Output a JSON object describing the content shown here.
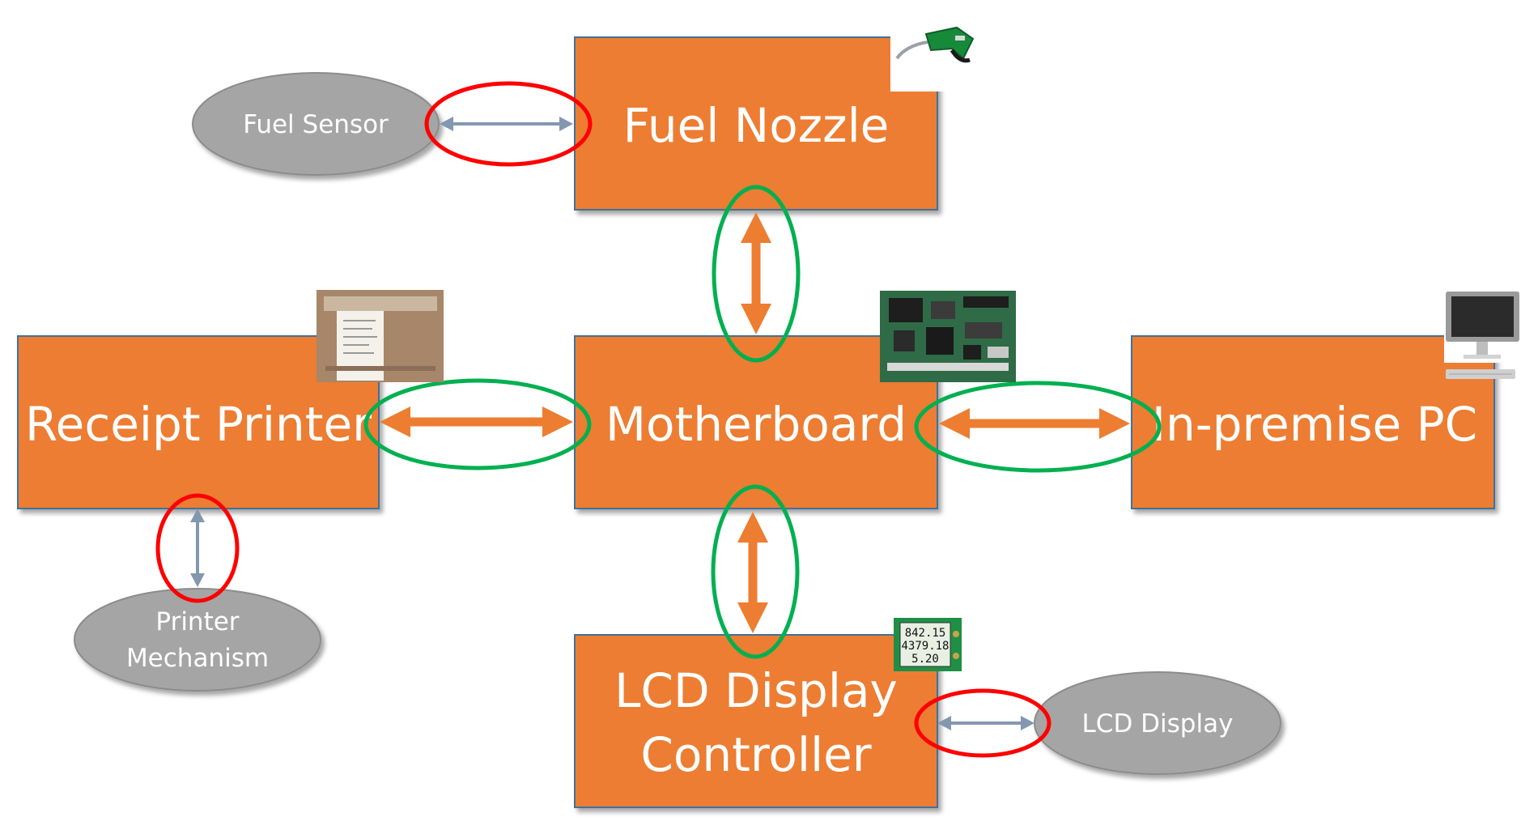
{
  "blocks": {
    "fuel_nozzle": "Fuel Nozzle",
    "motherboard": "Motherboard",
    "receipt_printer": "Receipt Printer",
    "in_premise_pc": "In-premise PC",
    "lcd_controller_line1": "LCD Display",
    "lcd_controller_line2": "Controller"
  },
  "peripherals": {
    "fuel_sensor": "Fuel Sensor",
    "printer_mechanism_line1": "Printer",
    "printer_mechanism_line2": "Mechanism",
    "lcd_display": "LCD Display"
  },
  "lcd_readout": {
    "line1": "842.15",
    "line2": "4379.18",
    "line3": "5.20"
  },
  "colors": {
    "block_fill": "#ED7D31",
    "block_border": "#41719C",
    "peripheral_fill": "#A5A5A5",
    "main_link_arrow": "#ED7D31",
    "peripheral_link_arrow": "#8497B0",
    "main_link_highlight": "#00B050",
    "peripheral_link_highlight": "#FF0000"
  },
  "icons": [
    "fuel-nozzle-icon",
    "receipt-printer-photo",
    "motherboard-photo",
    "desktop-pc-icon",
    "lcd-display-photo"
  ]
}
